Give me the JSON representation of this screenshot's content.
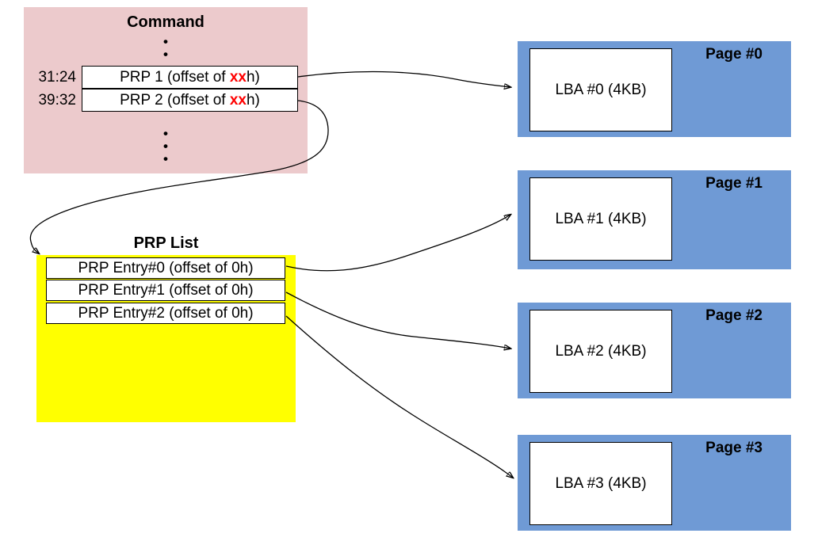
{
  "colors": {
    "command-bg": "#ECCACC",
    "prp-list-bg": "#FFFF00",
    "page-bg": "#6F9AD5",
    "highlight": "#FF0000",
    "line": "#000000"
  },
  "command": {
    "title": "Command",
    "dots_top": "•\n•",
    "dots_bottom": "•\n•\n•",
    "rows": [
      {
        "bits": "31:24",
        "prefix": "PRP 1 (offset of ",
        "highlight": "xx",
        "suffix": "h)"
      },
      {
        "bits": "39:32",
        "prefix": "PRP 2 (offset of ",
        "highlight": "xx",
        "suffix": "h)"
      }
    ]
  },
  "prp_list": {
    "title": "PRP List",
    "entries": [
      {
        "text": "PRP Entry#0 (offset of 0h)"
      },
      {
        "text": "PRP Entry#1 (offset of 0h)"
      },
      {
        "text": "PRP Entry#2 (offset of 0h)"
      }
    ]
  },
  "pages": [
    {
      "label": "Page #0",
      "lba": "LBA #0 (4KB)"
    },
    {
      "label": "Page #1",
      "lba": "LBA #1 (4KB)"
    },
    {
      "label": "Page #2",
      "lba": "LBA #2 (4KB)"
    },
    {
      "label": "Page #3",
      "lba": "LBA #3 (4KB)"
    }
  ]
}
